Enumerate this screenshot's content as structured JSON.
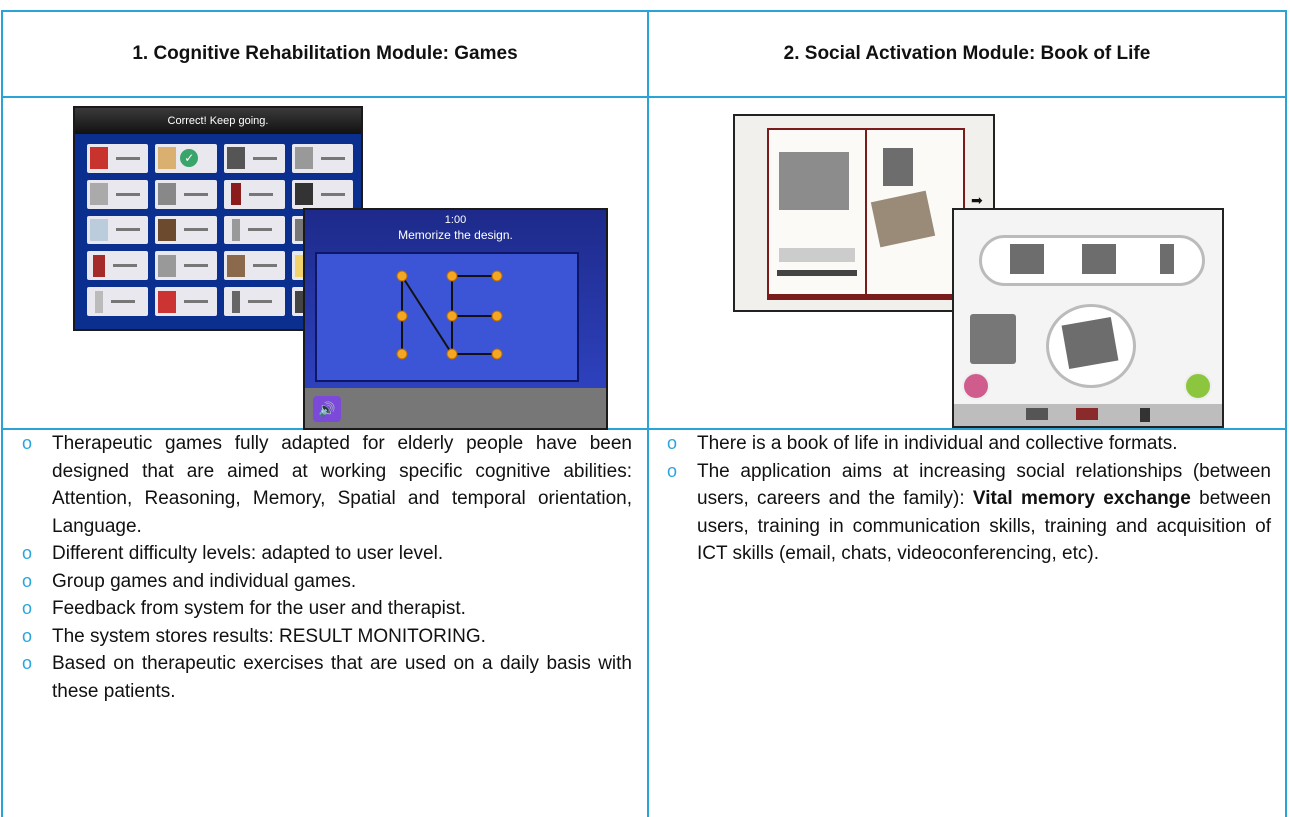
{
  "headers": {
    "left": "1. Cognitive Rehabilitation Module: Games",
    "right": "2. Social Activation Module: Book of Life"
  },
  "screens": {
    "game1_banner": "Correct! Keep going.",
    "game2_timer": "1:00",
    "game2_instruction": "Memorize the design."
  },
  "left_bullets": [
    "Therapeutic games fully adapted for elderly people have been designed that are aimed at working specific cognitive abilities: Attention, Reasoning, Memory, Spatial and temporal orientation, Language.",
    "Different difficulty levels: adapted to user level.",
    "Group games and individual games.",
    "Feedback from system for the user and therapist.",
    "The system stores results: RESULT MONITORING.",
    "Based on therapeutic exercises that are used on a daily basis with these patients."
  ],
  "right_bullets": {
    "b1": "There is a book of life in individual and collective formats.",
    "b2_pre": "The application aims at increasing social relationships (between users, careers and the family): ",
    "b2_bold": "Vital memory exchange",
    "b2_post": " between users, training in communication skills, training and acquisition of ICT skills (email, chats, videoconferencing, etc)."
  },
  "bullet_glyph": "o",
  "colors": {
    "border": "#29a3d8",
    "bullet": "#2aa5dc"
  }
}
